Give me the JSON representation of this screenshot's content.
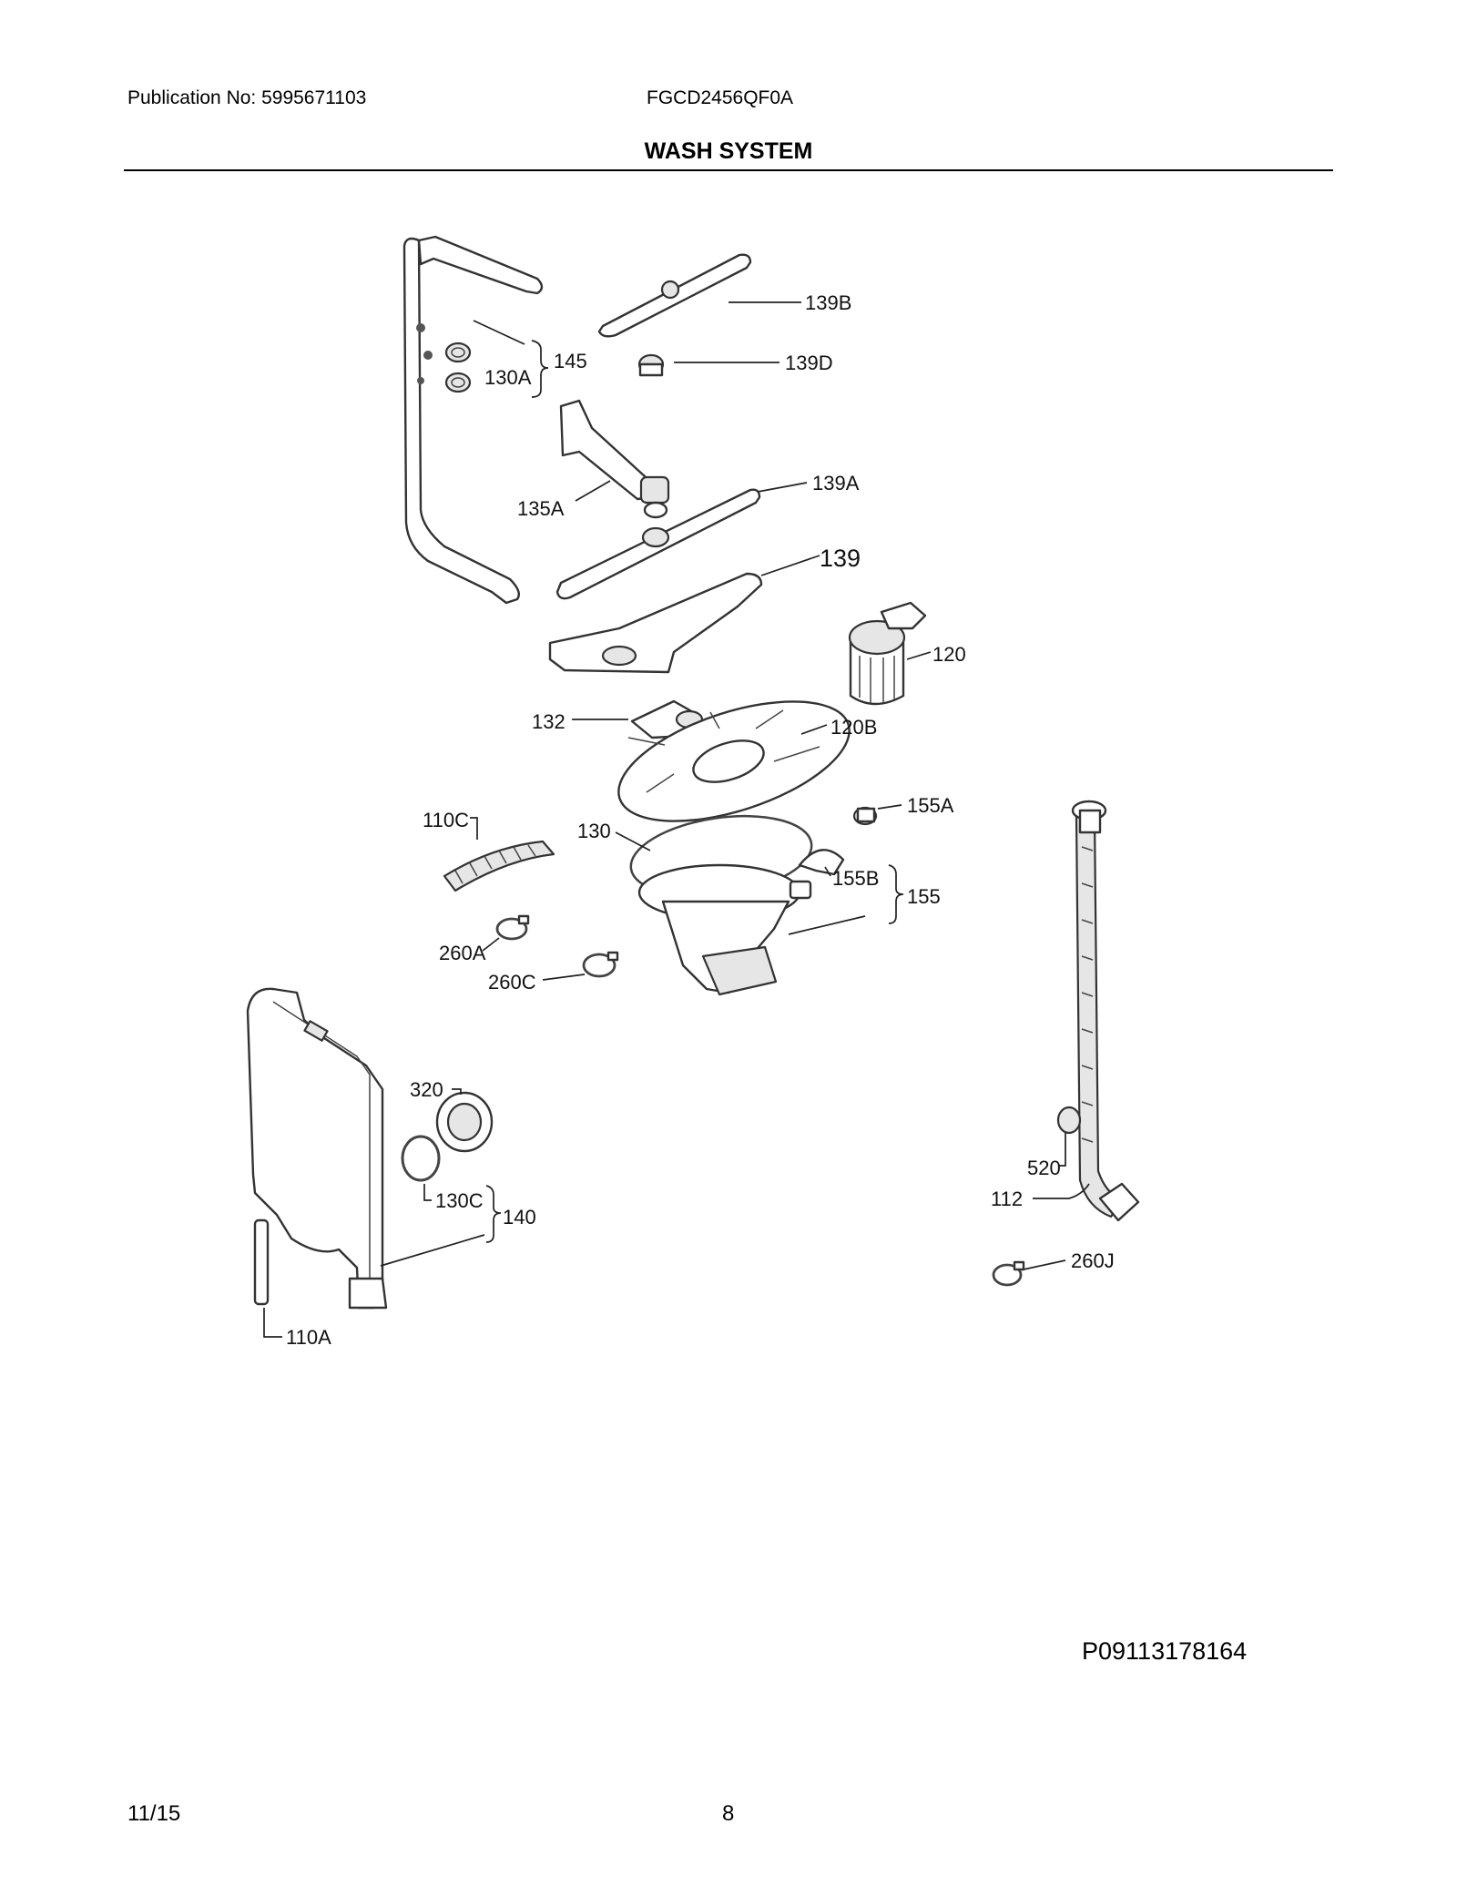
{
  "header": {
    "publication": "Publication No: 5995671103",
    "model": "FGCD2456QF0A",
    "section_title": "WASH SYSTEM"
  },
  "diagram": {
    "labels": {
      "l139B": "139B",
      "l139D": "139D",
      "l145": "145",
      "l130A": "130A",
      "l135A": "135A",
      "l139A": "139A",
      "l139": "139",
      "l120": "120",
      "l132": "132",
      "l120B": "120B",
      "l110C": "110C",
      "l130": "130",
      "l155A": "155A",
      "l155B": "155B",
      "l155": "155",
      "l260A": "260A",
      "l260C": "260C",
      "l320": "320",
      "l130C": "130C",
      "l140": "140",
      "l110A": "110A",
      "l520": "520",
      "l112": "112",
      "l260J": "260J"
    },
    "diagram_code": "P09113178164"
  },
  "footer": {
    "date": "11/15",
    "page": "8"
  }
}
